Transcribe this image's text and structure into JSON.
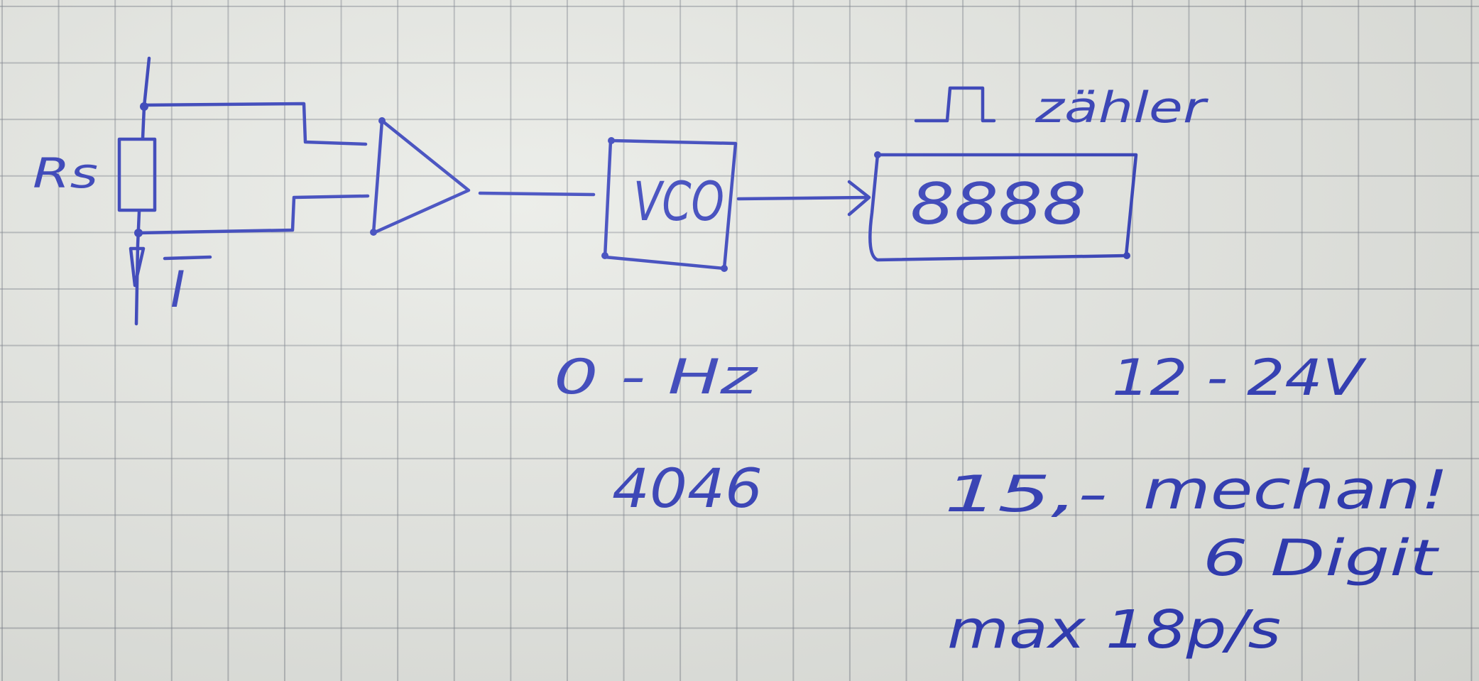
{
  "labels": {
    "resistor": "Rs",
    "current": "I",
    "vco": "VCO",
    "counter_note": "zähler",
    "display_digits": "8888",
    "freq": "0 - Hz",
    "voltage": "12 - 24V",
    "chip": "4046",
    "price": "15,-",
    "mech": "mechan!",
    "digits": "6 Digit",
    "max": "max 18p/s"
  },
  "colors": {
    "ink": "#2a36b8",
    "paper": "#e8eae5",
    "grid": "#7d8287"
  }
}
